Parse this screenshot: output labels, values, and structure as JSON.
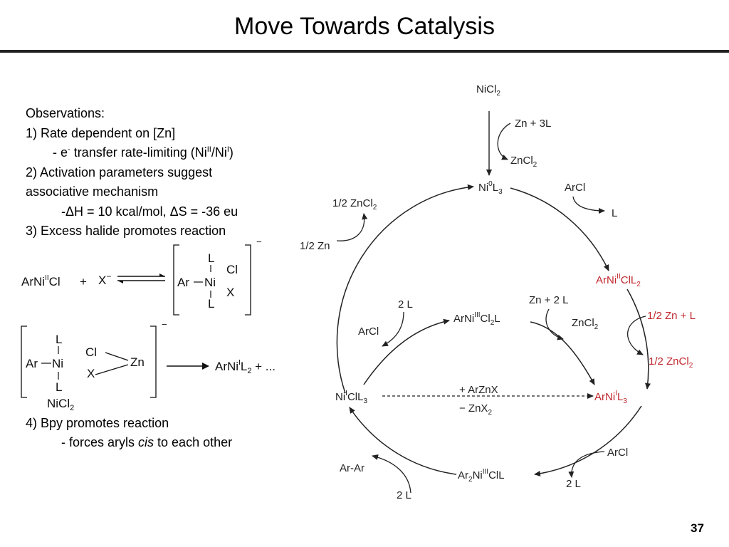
{
  "slide": {
    "title": "Move Towards Catalysis",
    "page_number": "37"
  },
  "observations": {
    "heading": "Observations:",
    "obs1": "1) Rate dependent on [Zn]",
    "obs1a_pre": "- e",
    "obs1a_sup": "-",
    "obs1a_mid": " transfer rate-limiting (Ni",
    "obs1a_sup2": "II",
    "obs1a_slash": "/Ni",
    "obs1a_sup3": "I",
    "obs1a_end": ")",
    "obs2_line1": "2) Activation parameters suggest",
    "obs2_line2": "associative mechanism",
    "obs2_params": "-ΔH = 10 kcal/mol, ΔS = -36 eu",
    "obs3": "3) Excess halide promotes reaction",
    "obs4": "4) Bpy promotes reaction",
    "obs4a_pre": "- forces aryls ",
    "obs4a_it": "cis",
    "obs4a_end": " to each other"
  },
  "equilibrium": {
    "reactant_ar": "ArNi",
    "reactant_ox": "II",
    "reactant_cl": "Cl",
    "plus": "+",
    "halide": "X",
    "minus": "−",
    "complex_ar": "Ar",
    "complex_ni": "Ni",
    "complex_l_top": "L",
    "complex_l_bottom": "L",
    "complex_cl": "Cl",
    "complex_x": "X",
    "charge": "−"
  },
  "transition_state": {
    "ar": "Ar",
    "ni": "Ni",
    "l_top": "L",
    "l_bottom": "L",
    "cl": "Cl",
    "x": "X",
    "zn": "Zn",
    "nicl": "NiCl",
    "nicl_sub": "2",
    "charge": "−",
    "product_pre": "ArNi",
    "product_ox": "I",
    "product_l": "L",
    "product_sub": "2",
    "product_tail": " + ..."
  },
  "cycle": {
    "accent_color": "#c0272d",
    "precatalyst": "NiCl",
    "precatalyst_sub": "2",
    "zn_3l": "Zn + 3L",
    "zncl2_top": "ZnCl",
    "zncl2_top_sub": "2",
    "ni0_pre": "Ni",
    "ni0_ox": "0",
    "ni0_l": "L",
    "ni0_sub": "3",
    "arcl_top": "ArCl",
    "l_top": "L",
    "half_zncl2_left": "1/2 ZnCl",
    "half_zncl2_left_sub": "2",
    "half_zn_left": "1/2 Zn",
    "arnii_cll2_pre": "ArNi",
    "arnii_cll2_ox": "II",
    "arnii_cll2_cl": "ClL",
    "arnii_cll2_sub": "2",
    "two_l_inner": "2 L",
    "arnii_iii_pre": "ArNi",
    "arnii_iii_ox": "III",
    "arnii_iii_cl": "Cl",
    "arnii_iii_sub": "2",
    "arnii_iii_l": "L",
    "zn_2l": "Zn + 2 L",
    "zncl2_inner": "ZnCl",
    "zncl2_inner_sub": "2",
    "arcl_inner": "ArCl",
    "half_zn_l": "1/2 Zn + L",
    "half_zncl2_right": "1/2 ZnCl",
    "half_zncl2_right_sub": "2",
    "nii_cll3_pre": "Ni",
    "nii_cll3_ox": "I",
    "nii_cll3_cl": "ClL",
    "nii_cll3_sub": "3",
    "plus_arznx": "+ ArZnX",
    "minus_znx2": "− ZnX",
    "minus_znx2_sub": "2",
    "arnii_l3_pre": "ArNi",
    "arnii_l3_ox": "I",
    "arnii_l3_l": "L",
    "arnii_l3_sub": "3",
    "arcl_bottom": "ArCl",
    "ar_ar": "Ar-Ar",
    "ar2niiii_pre": "Ar",
    "ar2niiii_sub1": "2",
    "ar2niiii_ni": "Ni",
    "ar2niiii_ox": "III",
    "ar2niiii_cll": "ClL",
    "two_l_bottom_left": "2 L",
    "two_l_bottom_right": "2 L"
  }
}
